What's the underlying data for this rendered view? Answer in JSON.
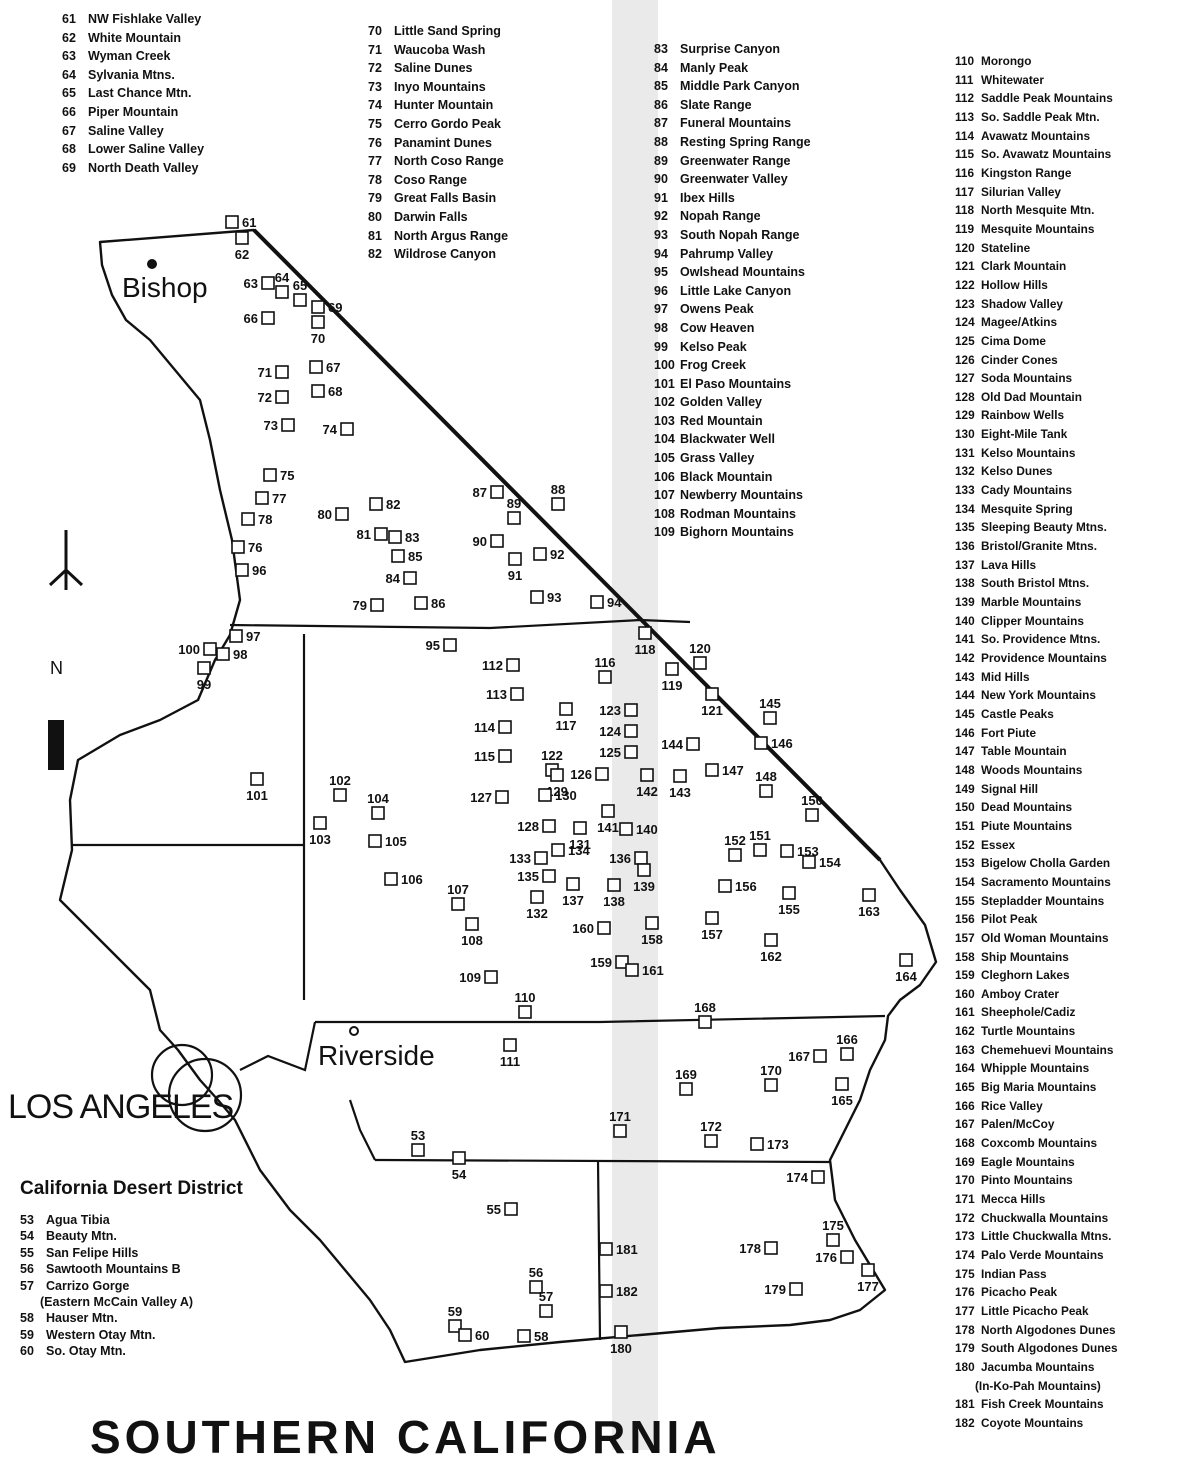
{
  "map": {
    "labels": {
      "bishop": "Bishop",
      "riverside": "Riverside",
      "los_angeles": "LOS ANGELES",
      "district": "California Desert District",
      "north": "N",
      "footer": "SOUTHERN CALIFORNIA"
    }
  },
  "legend": {
    "col1": [
      {
        "num": "61",
        "name": "NW Fishlake Valley"
      },
      {
        "num": "62",
        "name": "White Mountain"
      },
      {
        "num": "63",
        "name": "Wyman Creek"
      },
      {
        "num": "64",
        "name": "Sylvania Mtns."
      },
      {
        "num": "65",
        "name": "Last Chance Mtn."
      },
      {
        "num": "66",
        "name": "Piper Mountain"
      },
      {
        "num": "67",
        "name": "Saline Valley"
      },
      {
        "num": "68",
        "name": "Lower Saline Valley"
      },
      {
        "num": "69",
        "name": "North Death Valley"
      }
    ],
    "col2": [
      {
        "num": "70",
        "name": "Little Sand Spring"
      },
      {
        "num": "71",
        "name": "Waucoba Wash"
      },
      {
        "num": "72",
        "name": "Saline Dunes"
      },
      {
        "num": "73",
        "name": "Inyo Mountains"
      },
      {
        "num": "74",
        "name": "Hunter Mountain"
      },
      {
        "num": "75",
        "name": "Cerro Gordo Peak"
      },
      {
        "num": "76",
        "name": "Panamint Dunes"
      },
      {
        "num": "77",
        "name": "North Coso Range"
      },
      {
        "num": "78",
        "name": "Coso Range"
      },
      {
        "num": "79",
        "name": "Great Falls Basin"
      },
      {
        "num": "80",
        "name": "Darwin Falls"
      },
      {
        "num": "81",
        "name": "North Argus Range"
      },
      {
        "num": "82",
        "name": "Wildrose Canyon"
      }
    ],
    "col3": [
      {
        "num": "83",
        "name": "Surprise Canyon"
      },
      {
        "num": "84",
        "name": "Manly Peak"
      },
      {
        "num": "85",
        "name": "Middle Park Canyon"
      },
      {
        "num": "86",
        "name": "Slate Range"
      },
      {
        "num": "87",
        "name": "Funeral Mountains"
      },
      {
        "num": "88",
        "name": "Resting Spring Range"
      },
      {
        "num": "89",
        "name": "Greenwater Range"
      },
      {
        "num": "90",
        "name": "Greenwater Valley"
      },
      {
        "num": "91",
        "name": "Ibex Hills"
      },
      {
        "num": "92",
        "name": "Nopah Range"
      },
      {
        "num": "93",
        "name": "South Nopah Range"
      },
      {
        "num": "94",
        "name": "Pahrump Valley"
      },
      {
        "num": "95",
        "name": "Owlshead Mountains"
      },
      {
        "num": "96",
        "name": "Little Lake Canyon"
      },
      {
        "num": "97",
        "name": "Owens Peak"
      },
      {
        "num": "98",
        "name": "Cow Heaven"
      },
      {
        "num": "99",
        "name": "Kelso Peak"
      },
      {
        "num": "100",
        "name": "Frog Creek"
      },
      {
        "num": "101",
        "name": "El Paso Mountains"
      },
      {
        "num": "102",
        "name": "Golden Valley"
      },
      {
        "num": "103",
        "name": "Red Mountain"
      },
      {
        "num": "104",
        "name": "Blackwater Well"
      },
      {
        "num": "105",
        "name": "Grass Valley"
      },
      {
        "num": "106",
        "name": "Black Mountain"
      },
      {
        "num": "107",
        "name": "Newberry Mountains"
      },
      {
        "num": "108",
        "name": "Rodman Mountains"
      },
      {
        "num": "109",
        "name": "Bighorn Mountains"
      }
    ],
    "col4": [
      {
        "num": "110",
        "name": "Morongo"
      },
      {
        "num": "111",
        "name": "Whitewater"
      },
      {
        "num": "112",
        "name": "Saddle Peak Mountains"
      },
      {
        "num": "113",
        "name": "So. Saddle Peak Mtn."
      },
      {
        "num": "114",
        "name": "Avawatz Mountains"
      },
      {
        "num": "115",
        "name": "So. Avawatz Mountains"
      },
      {
        "num": "116",
        "name": "Kingston Range"
      },
      {
        "num": "117",
        "name": "Silurian Valley"
      },
      {
        "num": "118",
        "name": "North Mesquite Mtn."
      },
      {
        "num": "119",
        "name": "Mesquite Mountains"
      },
      {
        "num": "120",
        "name": "Stateline"
      },
      {
        "num": "121",
        "name": "Clark Mountain"
      },
      {
        "num": "122",
        "name": "Hollow Hills"
      },
      {
        "num": "123",
        "name": "Shadow Valley"
      },
      {
        "num": "124",
        "name": "Magee/Atkins"
      },
      {
        "num": "125",
        "name": "Cima Dome"
      },
      {
        "num": "126",
        "name": "Cinder Cones"
      },
      {
        "num": "127",
        "name": "Soda Mountains"
      },
      {
        "num": "128",
        "name": "Old Dad Mountain"
      },
      {
        "num": "129",
        "name": "Rainbow Wells"
      },
      {
        "num": "130",
        "name": "Eight-Mile Tank"
      },
      {
        "num": "131",
        "name": "Kelso Mountains"
      },
      {
        "num": "132",
        "name": "Kelso Dunes"
      },
      {
        "num": "133",
        "name": "Cady Mountains"
      },
      {
        "num": "134",
        "name": "Mesquite Spring"
      },
      {
        "num": "135",
        "name": "Sleeping Beauty Mtns."
      },
      {
        "num": "136",
        "name": "Bristol/Granite Mtns."
      },
      {
        "num": "137",
        "name": "Lava Hills"
      },
      {
        "num": "138",
        "name": "South Bristol Mtns."
      },
      {
        "num": "139",
        "name": "Marble Mountains"
      },
      {
        "num": "140",
        "name": "Clipper Mountains"
      },
      {
        "num": "141",
        "name": "So. Providence Mtns."
      },
      {
        "num": "142",
        "name": "Providence Mountains"
      },
      {
        "num": "143",
        "name": "Mid Hills"
      },
      {
        "num": "144",
        "name": "New York Mountains"
      },
      {
        "num": "145",
        "name": "Castle Peaks"
      },
      {
        "num": "146",
        "name": "Fort Piute"
      },
      {
        "num": "147",
        "name": "Table Mountain"
      },
      {
        "num": "148",
        "name": "Woods Mountains"
      },
      {
        "num": "149",
        "name": "Signal Hill"
      },
      {
        "num": "150",
        "name": "Dead Mountains"
      },
      {
        "num": "151",
        "name": "Piute Mountains"
      },
      {
        "num": "152",
        "name": "Essex"
      },
      {
        "num": "153",
        "name": "Bigelow Cholla Garden"
      },
      {
        "num": "154",
        "name": "Sacramento Mountains"
      },
      {
        "num": "155",
        "name": "Stepladder Mountains"
      },
      {
        "num": "156",
        "name": "Pilot Peak"
      },
      {
        "num": "157",
        "name": "Old Woman Mountains"
      },
      {
        "num": "158",
        "name": "Ship Mountains"
      },
      {
        "num": "159",
        "name": "Cleghorn Lakes"
      },
      {
        "num": "160",
        "name": "Amboy Crater"
      },
      {
        "num": "161",
        "name": "Sheephole/Cadiz"
      },
      {
        "num": "162",
        "name": "Turtle Mountains"
      },
      {
        "num": "163",
        "name": "Chemehuevi Mountains"
      },
      {
        "num": "164",
        "name": "Whipple Mountains"
      },
      {
        "num": "165",
        "name": "Big Maria Mountains"
      },
      {
        "num": "166",
        "name": "Rice Valley"
      },
      {
        "num": "167",
        "name": "Palen/McCoy"
      },
      {
        "num": "168",
        "name": "Coxcomb Mountains"
      },
      {
        "num": "169",
        "name": "Eagle Mountains"
      },
      {
        "num": "170",
        "name": "Pinto Mountains"
      },
      {
        "num": "171",
        "name": "Mecca Hills"
      },
      {
        "num": "172",
        "name": "Chuckwalla Mountains"
      },
      {
        "num": "173",
        "name": "Little Chuckwalla Mtns."
      },
      {
        "num": "174",
        "name": "Palo Verde Mountains"
      },
      {
        "num": "175",
        "name": "Indian Pass"
      },
      {
        "num": "176",
        "name": "Picacho Peak"
      },
      {
        "num": "177",
        "name": "Little Picacho Peak"
      },
      {
        "num": "178",
        "name": "North Algodones Dunes"
      },
      {
        "num": "179",
        "name": "South Algodones Dunes"
      },
      {
        "num": "180",
        "name": "Jacumba Mountains"
      },
      {
        "num": "",
        "name": "(In-Ko-Pah Mountains)"
      },
      {
        "num": "181",
        "name": "Fish Creek Mountains"
      },
      {
        "num": "182",
        "name": "Coyote Mountains"
      }
    ],
    "col5": [
      {
        "num": "53",
        "name": "Agua Tibia"
      },
      {
        "num": "54",
        "name": "Beauty Mtn."
      },
      {
        "num": "55",
        "name": "San Felipe Hills"
      },
      {
        "num": "56",
        "name": "Sawtooth Mountains B"
      },
      {
        "num": "57",
        "name": "Carrizo Gorge"
      },
      {
        "num": "",
        "name": "(Eastern McCain Valley A)"
      },
      {
        "num": "58",
        "name": "Hauser Mtn."
      },
      {
        "num": "59",
        "name": "Western Otay Mtn."
      },
      {
        "num": "60",
        "name": "So. Otay Mtn."
      }
    ]
  },
  "sites": [
    {
      "n": "61"
    },
    {
      "n": "62"
    },
    {
      "n": "63"
    },
    {
      "n": "64"
    },
    {
      "n": "65"
    },
    {
      "n": "66"
    },
    {
      "n": "67"
    },
    {
      "n": "68"
    },
    {
      "n": "69"
    },
    {
      "n": "70"
    },
    {
      "n": "71"
    },
    {
      "n": "72"
    },
    {
      "n": "73"
    },
    {
      "n": "74"
    },
    {
      "n": "75"
    },
    {
      "n": "76"
    },
    {
      "n": "77"
    },
    {
      "n": "78"
    },
    {
      "n": "79"
    },
    {
      "n": "80"
    },
    {
      "n": "81"
    },
    {
      "n": "82"
    },
    {
      "n": "83"
    },
    {
      "n": "84"
    },
    {
      "n": "85"
    },
    {
      "n": "86"
    },
    {
      "n": "87"
    },
    {
      "n": "88"
    },
    {
      "n": "89"
    },
    {
      "n": "90"
    },
    {
      "n": "91"
    },
    {
      "n": "92"
    },
    {
      "n": "93"
    },
    {
      "n": "94"
    },
    {
      "n": "95"
    },
    {
      "n": "96"
    },
    {
      "n": "97"
    },
    {
      "n": "98"
    },
    {
      "n": "99"
    },
    {
      "n": "100"
    },
    {
      "n": "101"
    },
    {
      "n": "102"
    },
    {
      "n": "103"
    },
    {
      "n": "104"
    },
    {
      "n": "105"
    },
    {
      "n": "106"
    },
    {
      "n": "107"
    },
    {
      "n": "108"
    },
    {
      "n": "109"
    },
    {
      "n": "110"
    },
    {
      "n": "111"
    },
    {
      "n": "112"
    },
    {
      "n": "113"
    },
    {
      "n": "114"
    },
    {
      "n": "115"
    },
    {
      "n": "116"
    },
    {
      "n": "117"
    },
    {
      "n": "118"
    },
    {
      "n": "119"
    },
    {
      "n": "120"
    },
    {
      "n": "121"
    },
    {
      "n": "122"
    },
    {
      "n": "123"
    },
    {
      "n": "124"
    },
    {
      "n": "125"
    },
    {
      "n": "126"
    },
    {
      "n": "127"
    },
    {
      "n": "128"
    },
    {
      "n": "129"
    },
    {
      "n": "130"
    },
    {
      "n": "131"
    },
    {
      "n": "132"
    },
    {
      "n": "133"
    },
    {
      "n": "134"
    },
    {
      "n": "135"
    },
    {
      "n": "136"
    },
    {
      "n": "137"
    },
    {
      "n": "138"
    },
    {
      "n": "139"
    },
    {
      "n": "140"
    },
    {
      "n": "141"
    },
    {
      "n": "142"
    },
    {
      "n": "143"
    },
    {
      "n": "144"
    },
    {
      "n": "145"
    },
    {
      "n": "146"
    },
    {
      "n": "147"
    },
    {
      "n": "148"
    },
    {
      "n": "150"
    },
    {
      "n": "151"
    },
    {
      "n": "152"
    },
    {
      "n": "153"
    },
    {
      "n": "154"
    },
    {
      "n": "155"
    },
    {
      "n": "156"
    },
    {
      "n": "157"
    },
    {
      "n": "158"
    },
    {
      "n": "159"
    },
    {
      "n": "160"
    },
    {
      "n": "161"
    },
    {
      "n": "162"
    },
    {
      "n": "163"
    },
    {
      "n": "164"
    },
    {
      "n": "165"
    },
    {
      "n": "166"
    },
    {
      "n": "167"
    },
    {
      "n": "168"
    },
    {
      "n": "169"
    },
    {
      "n": "170"
    },
    {
      "n": "171"
    },
    {
      "n": "172"
    },
    {
      "n": "173"
    },
    {
      "n": "174"
    },
    {
      "n": "175"
    },
    {
      "n": "176"
    },
    {
      "n": "177"
    },
    {
      "n": "178"
    },
    {
      "n": "179"
    },
    {
      "n": "180"
    },
    {
      "n": "181"
    },
    {
      "n": "182"
    },
    {
      "n": "53"
    },
    {
      "n": "54"
    },
    {
      "n": "55"
    },
    {
      "n": "56"
    },
    {
      "n": "57"
    },
    {
      "n": "58"
    },
    {
      "n": "59"
    },
    {
      "n": "60"
    }
  ]
}
